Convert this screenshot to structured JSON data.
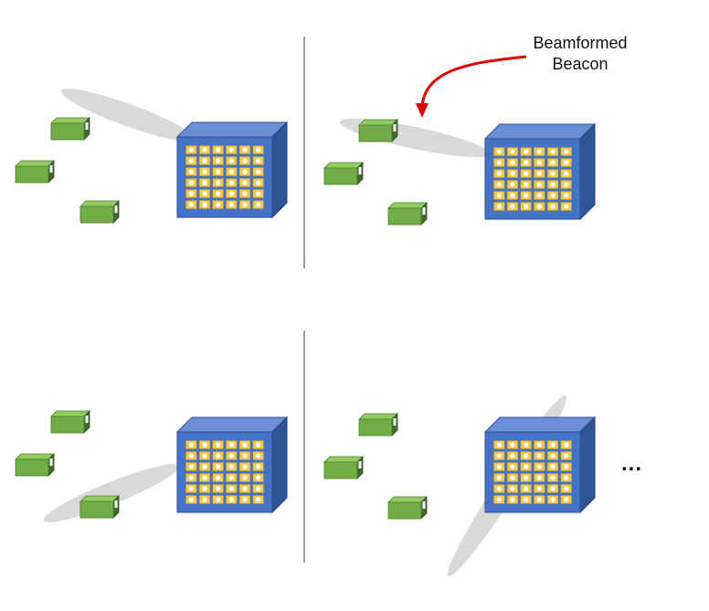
{
  "annotation": {
    "text": "Beamformed\nBeacon",
    "arrow_color": "#e00000"
  },
  "ellipsis": "...",
  "colors": {
    "beam": "#d9d9d9",
    "array_front": "#4472c4",
    "array_top": "#6b8fd6",
    "array_side": "#2f5597",
    "element_outer": "#f2c94c",
    "element_inner": "#ffffff",
    "device_front": "#70ad47",
    "device_top": "#8fcd5f",
    "device_side": "#3f6b2a",
    "divider": "#7f7f7f"
  },
  "panels": [
    {
      "name": "panel-top-left",
      "beam_direction": "upper-left"
    },
    {
      "name": "panel-top-right",
      "beam_direction": "left"
    },
    {
      "name": "panel-bottom-left",
      "beam_direction": "lower-left"
    },
    {
      "name": "panel-bottom-right",
      "beam_direction": "down"
    }
  ],
  "array_grid": {
    "rows": 6,
    "cols": 6
  },
  "devices_per_panel": 3
}
